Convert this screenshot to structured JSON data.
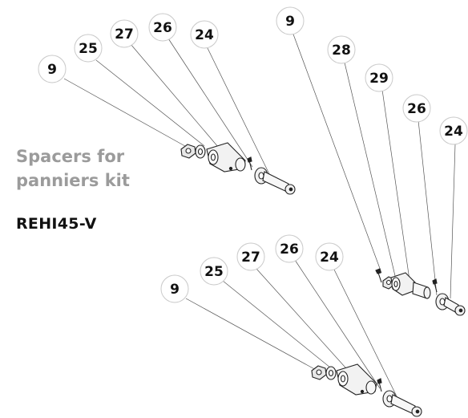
{
  "title": {
    "line1": "Spacers for",
    "line2": "panniers kit"
  },
  "kit_code": "REHI45-V",
  "assemblies": [
    {
      "name": "top-left",
      "callouts": [
        "9",
        "25",
        "27",
        "26",
        "24"
      ]
    },
    {
      "name": "right",
      "callouts": [
        "9",
        "28",
        "29",
        "26",
        "24"
      ]
    },
    {
      "name": "bottom",
      "callouts": [
        "9",
        "25",
        "27",
        "26",
        "24"
      ]
    }
  ],
  "colors": {
    "title": "#9b9b9b",
    "part_fill": "#f2f2f2",
    "part_stroke": "#222222",
    "callout_border": "#c9c9c9"
  }
}
